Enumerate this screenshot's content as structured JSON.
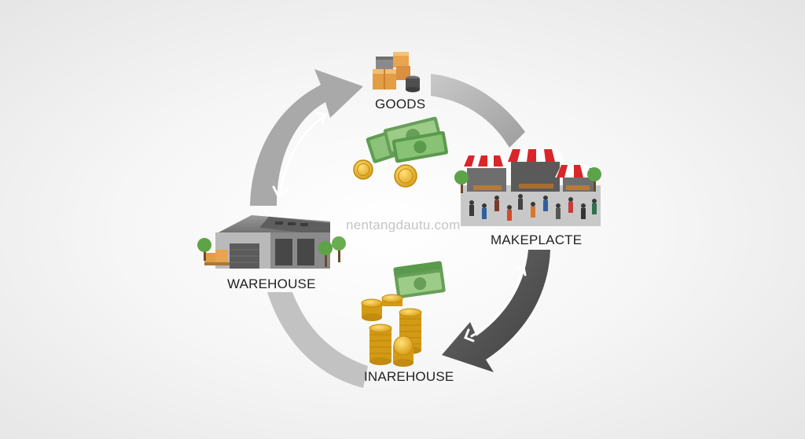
{
  "labels": {
    "goods": "GOODS",
    "marketplace": "MAKEPLACTE",
    "warehouse": "WAREHOUSE",
    "bottom": "INAREHOUSE"
  },
  "watermark": "nentangdautu.com",
  "icons": [
    "boxes-icon",
    "cash-coins-icon",
    "market-stall-icon",
    "warehouse-icon",
    "coin-stack-icon",
    "swap-arrow-icon"
  ],
  "colors": {
    "arrow_light": "#bdbdbd",
    "arrow_mid": "#a3a3a3",
    "arrow_dark": "#555555",
    "awning_red": "#d8262a",
    "cash_green": "#6fae5e",
    "coin_gold": "#e7b626",
    "box_orange": "#e6a24a"
  }
}
